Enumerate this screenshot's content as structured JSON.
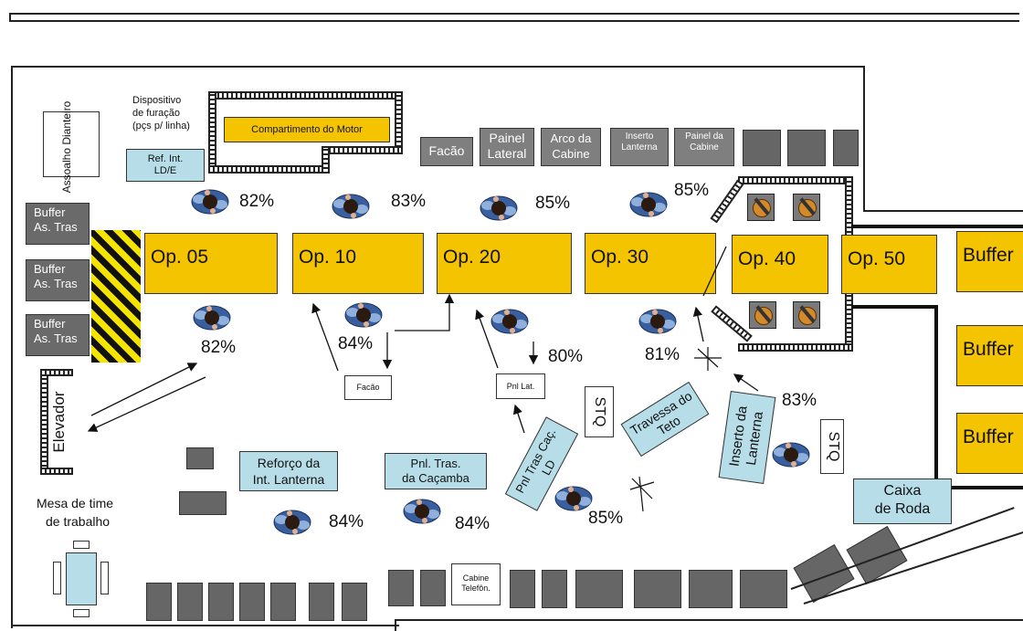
{
  "stations": {
    "op05": "Op. 05",
    "op10": "Op. 10",
    "op20": "Op. 20",
    "op30": "Op. 30",
    "op40": "Op. 40",
    "op50": "Op. 50"
  },
  "buffers_right": [
    "Buffer",
    "Buffer",
    "Buffer"
  ],
  "buffers_left": [
    {
      "l1": "Buffer",
      "l2": "As. Tras"
    },
    {
      "l1": "Buffer",
      "l2": "As. Tras"
    },
    {
      "l1": "Buffer",
      "l2": "As. Tras"
    }
  ],
  "labels": {
    "assoalho": "Assoalho Dianteiro",
    "dispositivo1": "Dispositivo",
    "dispositivo2": "de furação",
    "dispositivo3": "(pçs p/ linha)",
    "compartimento": "Compartimento do Motor",
    "ref_int1": "Ref. Int.",
    "ref_int2": "LD/E",
    "facao_top": "Facão",
    "painel_lateral1": "Painel",
    "painel_lateral2": "Lateral",
    "arco1": "Arco da",
    "arco2": "Cabine",
    "inserto1": "Inserto",
    "inserto2": "Lanterna",
    "painel_cabine1": "Painel da",
    "painel_cabine2": "Cabine",
    "elevador": "Elevador",
    "facao_box": "Facão",
    "pnl_lat_box": "Pnl Lat.",
    "stq1": "STQ",
    "stq2": "STQ",
    "travessa": "Travessa do Teto",
    "inserto_lanterna": "Inserto da Lanterna",
    "pnl_tras_cac": "Pnl Tras Caç. LD",
    "reforco1": "Reforço da",
    "reforco2": "Int. Lanterna",
    "pnl_tras1": "Pnl. Tras.",
    "pnl_tras2": "da Caçamba",
    "caixa1": "Caixa",
    "caixa2": "de Roda",
    "mesa1": "Mesa de time",
    "mesa2": "de trabalho",
    "cabine_tel1": "Cabine",
    "cabine_tel2": "Telefôn."
  },
  "efficiency": {
    "op05_top": "82%",
    "op05_bottom": "82%",
    "op10_top": "83%",
    "op10_bottom": "84%",
    "op20_top": "85%",
    "op20_bottom": "80%",
    "op30_top": "85%",
    "op30_bottom": "81%",
    "inserto": "83%",
    "reforco": "84%",
    "pnl_tras": "84%",
    "pnl_tras_cac": "85%"
  },
  "colors": {
    "station": "#f5c400",
    "subassembly": "#b7dee8",
    "equipment": "#7f7f7f"
  }
}
